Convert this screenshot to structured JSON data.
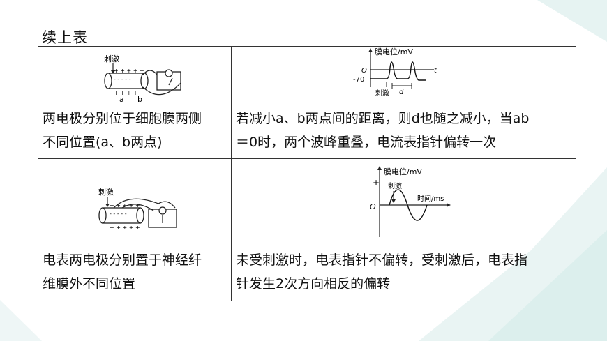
{
  "caption": "续上表",
  "rows": [
    {
      "left_lines": [
        "两电极分别位于细胞膜两侧",
        "不同位置(a、b两点)"
      ],
      "right_lines": [
        "若减小a、b两点间的距离，则d也随之减小，当ab",
        "＝0时，两个波峰重叠，电流表指针偏转一次"
      ],
      "left_figure": {
        "stim_label": "刺激",
        "plus_row": "+ + + + +",
        "minus_row": "- - - - -",
        "plus_bottom": "+ + + + +",
        "point_a": "a",
        "point_b": "b"
      },
      "right_figure": {
        "ylabel": "膜电位/mV",
        "origin": "O",
        "neg_value": "-70",
        "t_label": "t",
        "stim_label": "刺激",
        "d_label": "d"
      }
    },
    {
      "left_lines": [
        "电表两电极分别置于神经纤",
        "维膜外不同位置"
      ],
      "right_lines": [
        "未受刺激时，电表指针不偏转，受刺激后，电表指",
        "针发生2次方向相反的偏转"
      ],
      "left_figure": {
        "stim_label": "刺激",
        "plus_row": "+ + + + +",
        "minus_row": "- - - - -",
        "plus_bottom": "+ + + + +"
      },
      "right_figure": {
        "ylabel": "膜电位/mV",
        "plus": "+",
        "minus": "-",
        "origin": "O",
        "stim_label": "刺激",
        "xlabel": "时间/ms"
      }
    }
  ]
}
